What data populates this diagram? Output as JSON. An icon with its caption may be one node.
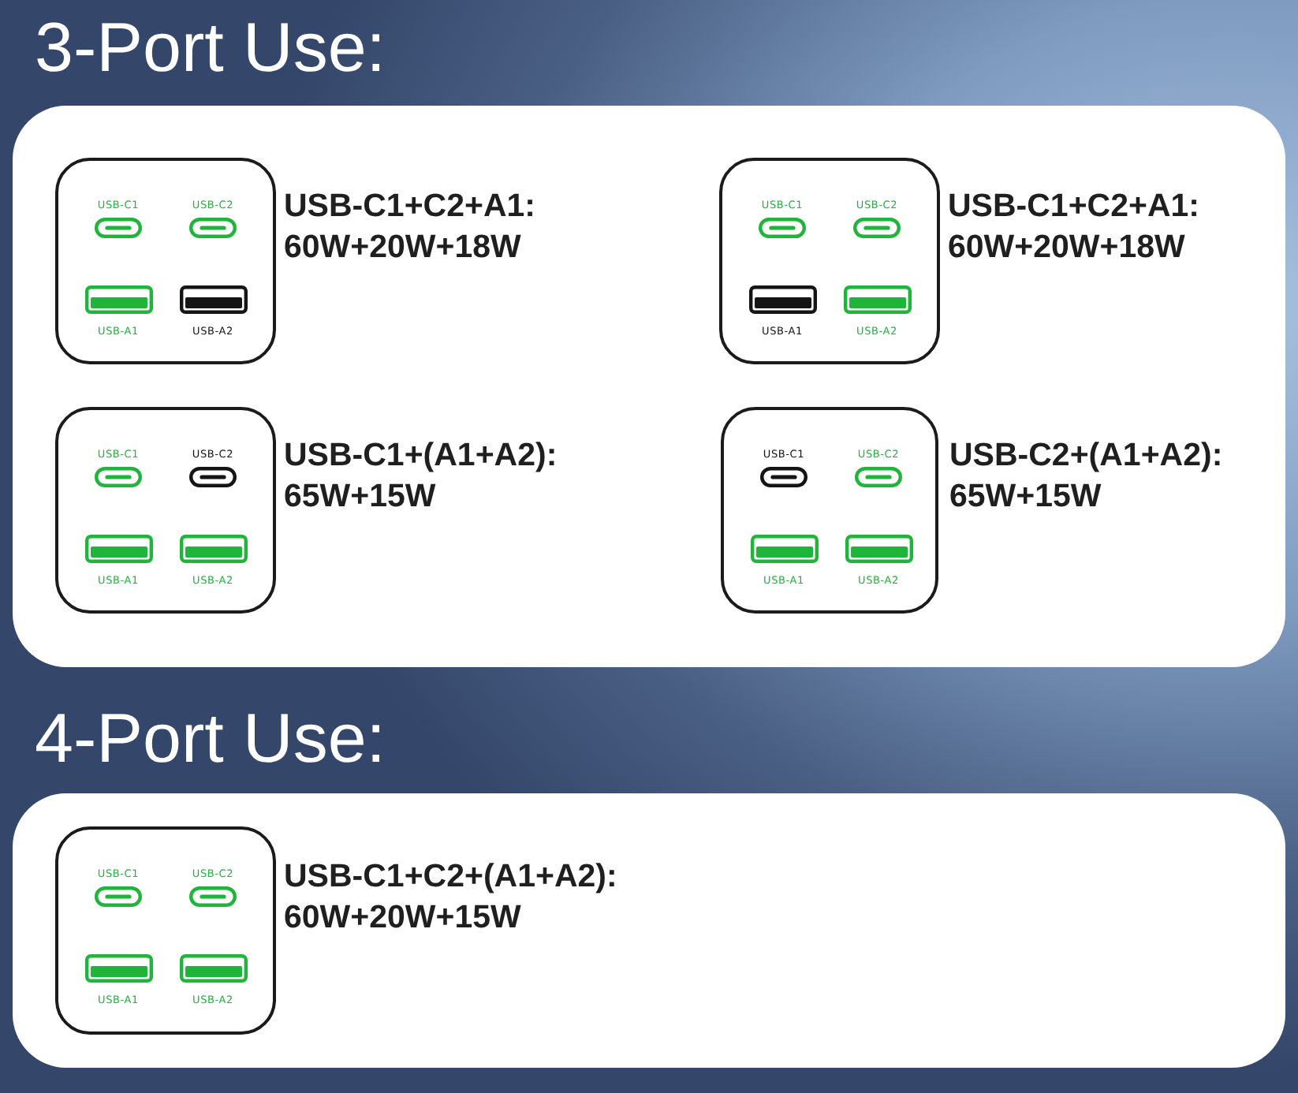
{
  "diagram": {
    "nodes": [
      {
        "text": [
          "3-Port Use:"
        ]
      },
      {
        "text": [],
        "shape": "box",
        "in": 0,
        "beside": [
          "USB-C1+C2+A1:",
          "60W+20W+18W"
        ]
      },
      {
        "text": [
          "USB-C1"
        ],
        "in": 1
      },
      {
        "text": [
          "USB-C2"
        ],
        "in": 1
      },
      {
        "text": [
          "USB-A1"
        ],
        "in": 1
      },
      {
        "text": [
          "USB-A2"
        ],
        "in": 1
      },
      {
        "text": [],
        "shape": "box",
        "in": 0,
        "beside": [
          "USB-C1+C2+A1:",
          "60W+20W+18W"
        ]
      },
      {
        "text": [
          "USB-C1"
        ],
        "in": 6
      },
      {
        "text": [
          "USB-C2"
        ],
        "in": 6
      },
      {
        "text": [
          "USB-A1"
        ],
        "in": 6
      },
      {
        "text": [
          "USB-A2"
        ],
        "in": 6
      },
      {
        "text": [],
        "shape": "box",
        "in": 0,
        "beside": [
          "USB-C1+(A1+A2):",
          "65W+15W"
        ]
      },
      {
        "text": [
          "USB-C1"
        ],
        "in": 11
      },
      {
        "text": [
          "USB-C2"
        ],
        "in": 11
      },
      {
        "text": [
          "USB-A1"
        ],
        "in": 11
      },
      {
        "text": [
          "USB-A2"
        ],
        "in": 11
      },
      {
        "text": [],
        "shape": "box",
        "in": 0,
        "beside": [
          "USB-C2+(A1+A2):",
          "65W+15W"
        ]
      },
      {
        "text": [
          "USB-C1"
        ],
        "in": 16
      },
      {
        "text": [
          "USB-C2"
        ],
        "in": 16
      },
      {
        "text": [
          "USB-A1"
        ],
        "in": 16
      },
      {
        "text": [
          "USB-A2"
        ],
        "in": 16
      },
      {
        "text": [
          "4-Port Use:"
        ]
      },
      {
        "text": [],
        "shape": "box",
        "in": 21,
        "beside": [
          "USB-C1+C2+(A1+A2):",
          "60W+20W+15W"
        ]
      },
      {
        "text": [
          "USB-C1"
        ],
        "in": 22
      },
      {
        "text": [
          "USB-C2"
        ],
        "in": 22
      },
      {
        "text": [
          "USB-A1"
        ],
        "in": 22
      },
      {
        "text": [
          "USB-A2"
        ],
        "in": 22
      }
    ]
  }
}
